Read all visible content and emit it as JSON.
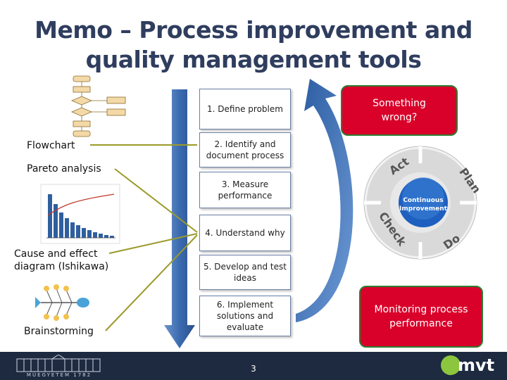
{
  "title": {
    "line1": "Memo – Process improvement and",
    "line2": "quality management tools"
  },
  "steps": [
    "1. Define problem",
    "2. Identify and document process",
    "3. Measure performance",
    "4. Understand why",
    "5. Develop and test ideas",
    "6. Implement solutions and evaluate"
  ],
  "tools": {
    "flowchart": "Flowchart",
    "pareto": "Pareto analysis",
    "cause_effect_1": "Cause and effect",
    "cause_effect_2": "diagram (Ishikawa)",
    "brainstorming": "Brainstorming"
  },
  "callouts": {
    "top_1": "Something",
    "top_2": "wrong?",
    "bottom_1": "Monitoring process",
    "bottom_2": "performance"
  },
  "cycle": {
    "center_1": "Continuous",
    "center_2": "Improvement",
    "act": "Act",
    "plan": "Plan",
    "do": "Do",
    "check": "Check"
  },
  "footer": {
    "page_number": "3",
    "university_logo_text": "MŰEGYETEM 1782",
    "logo_text": "mvt"
  },
  "colors": {
    "title": "#2f3d5e",
    "arrow": "#3b6bb0",
    "callout": "#d9002a",
    "connector": "#9a9a2a",
    "footer": "#1d2a40"
  }
}
